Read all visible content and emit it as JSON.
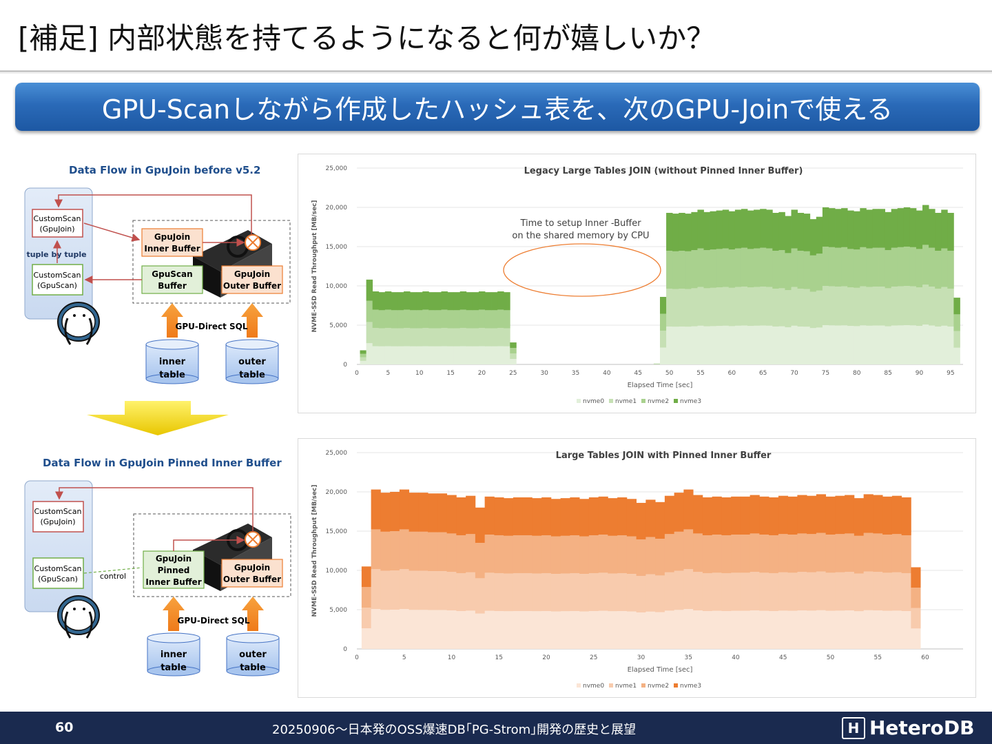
{
  "slide": {
    "title": "[補足] 内部状態を持てるようになると何が嬉しいか？",
    "banner": "GPU-Scanしながら作成したハッシュ表を、次のGPU-Joinで使える"
  },
  "diagram_before": {
    "title": "Data Flow in GpuJoin before v5.2",
    "custom_scan_join": [
      "CustomScan",
      "(GpuJoin)"
    ],
    "tuple_by_tuple": "tuple by tuple",
    "custom_scan_scan": [
      "CustomScan",
      "(GpuScan)"
    ],
    "gpujoin_inner_buffer": [
      "GpuJoin",
      "Inner Buffer"
    ],
    "gpuscan_buffer": [
      "GpuScan",
      "Buffer"
    ],
    "gpujoin_outer_buffer": [
      "GpuJoin",
      "Outer Buffer"
    ],
    "gpu_direct_sql": "GPU-Direct SQL",
    "inner_table": [
      "inner",
      "table"
    ],
    "outer_table": [
      "outer",
      "table"
    ]
  },
  "diagram_after": {
    "title": "Data Flow in GpuJoin Pinned Inner Buffer",
    "custom_scan_join": [
      "CustomScan",
      "(GpuJoin)"
    ],
    "custom_scan_scan": [
      "CustomScan",
      "(GpuScan)"
    ],
    "control": "control",
    "gpujoin_pinned": [
      "GpuJoin",
      "Pinned",
      "Inner Buffer"
    ],
    "gpujoin_outer_buffer": [
      "GpuJoin",
      "Outer Buffer"
    ],
    "gpu_direct_sql": "GPU-Direct SQL",
    "inner_table": [
      "inner",
      "table"
    ],
    "outer_table": [
      "outer",
      "table"
    ]
  },
  "colors": {
    "green": [
      "#e2efda",
      "#c6e0b4",
      "#a9d18e",
      "#70ad47"
    ],
    "orange": [
      "#fbe5d6",
      "#f8cbad",
      "#f4b183",
      "#ed7d31"
    ],
    "banner": "#2a6ab8",
    "footer": "#1a2a4f"
  },
  "chart_data": [
    {
      "type": "area",
      "stacked": true,
      "title": "Legacy Large Tables JOIN (without Pinned Inner Buffer)",
      "xlabel": "Elapsed Time [sec]",
      "ylabel": "NVME-SSD Read Throughput [MB/sec]",
      "xlim": [
        0,
        97
      ],
      "ylim": [
        0,
        25000
      ],
      "xticks": [
        "0",
        "5",
        "10",
        "15",
        "20",
        "25",
        "30",
        "35",
        "40",
        "45",
        "50",
        "55",
        "60",
        "65",
        "70",
        "75",
        "80",
        "85",
        "90",
        "95"
      ],
      "yticks": [
        "0",
        "5,000",
        "10,000",
        "15,000",
        "20,000",
        "25,000"
      ],
      "annotation": [
        "Time to setup Inner -Buffer",
        "on the shared memory by CPU"
      ],
      "legend_position": "bottom",
      "series_names": [
        "nvme0",
        "nvme1",
        "nvme2",
        "nvme3"
      ],
      "segments": [
        {
          "x": [
            1,
            2,
            3,
            4,
            5,
            6,
            7,
            8,
            9,
            10,
            11,
            12,
            13,
            14,
            15,
            16,
            17,
            18,
            19,
            20,
            21,
            22,
            23,
            24,
            25
          ],
          "totals": [
            1800,
            10800,
            9300,
            9200,
            9300,
            9200,
            9200,
            9300,
            9200,
            9200,
            9300,
            9200,
            9200,
            9300,
            9200,
            9200,
            9300,
            9200,
            9200,
            9300,
            9200,
            9200,
            9300,
            9200,
            2800
          ]
        },
        {
          "x": [
            48,
            49,
            50,
            51,
            52,
            53,
            54,
            55,
            56,
            57,
            58,
            59,
            60,
            61,
            62,
            63,
            64,
            65,
            66,
            67,
            68,
            69,
            70,
            71,
            72,
            73,
            74,
            75,
            76,
            77,
            78,
            79,
            80,
            81,
            82,
            83,
            84,
            85,
            86,
            87,
            88,
            89,
            90,
            91,
            92,
            93,
            94,
            95,
            96
          ],
          "totals": [
            100,
            8600,
            19300,
            19200,
            19300,
            19200,
            19400,
            19700,
            19400,
            19500,
            19600,
            19700,
            19500,
            19700,
            19800,
            19600,
            19700,
            19800,
            19700,
            19300,
            19400,
            18900,
            19700,
            19300,
            19200,
            18500,
            18800,
            20000,
            19900,
            19800,
            19900,
            19600,
            19500,
            19900,
            19700,
            19800,
            19800,
            19400,
            19800,
            19900,
            20000,
            19900,
            19600,
            20300,
            19800,
            19300,
            19700,
            19300,
            8500
          ]
        }
      ]
    },
    {
      "type": "area",
      "stacked": true,
      "title": "Large Tables JOIN with Pinned Inner Buffer",
      "xlabel": "Elapsed Time [sec]",
      "ylabel": "NVME-SSD Read Throughput [MB/sec]",
      "xlim": [
        0,
        64
      ],
      "ylim": [
        0,
        25000
      ],
      "xticks": [
        "0",
        "5",
        "10",
        "15",
        "20",
        "25",
        "30",
        "35",
        "40",
        "45",
        "50",
        "55",
        "60"
      ],
      "yticks": [
        "0",
        "5,000",
        "10,000",
        "15,000",
        "20,000",
        "25,000"
      ],
      "legend_position": "bottom",
      "series_names": [
        "nvme0",
        "nvme1",
        "nvme2",
        "nvme3"
      ],
      "segments": [
        {
          "x": [
            1,
            2,
            3,
            4,
            5,
            6,
            7,
            8,
            9,
            10,
            11,
            12,
            13,
            14,
            15,
            16,
            17,
            18,
            19,
            20,
            21,
            22,
            23,
            24,
            25,
            26,
            27,
            28,
            29,
            30,
            31,
            32,
            33,
            34,
            35,
            36,
            37,
            38,
            39,
            40,
            41,
            42,
            43,
            44,
            45,
            46,
            47,
            48,
            49,
            50,
            51,
            52,
            53,
            54,
            55,
            56,
            57,
            58,
            59
          ],
          "totals": [
            10500,
            20300,
            19900,
            20000,
            20300,
            19900,
            19900,
            19800,
            19800,
            19600,
            19300,
            19500,
            18000,
            19400,
            19300,
            19200,
            19300,
            19300,
            19200,
            19300,
            19100,
            19200,
            19300,
            19100,
            19300,
            19400,
            19200,
            19300,
            19100,
            18600,
            19000,
            18700,
            19500,
            19900,
            20300,
            19600,
            19300,
            19400,
            19300,
            19400,
            19400,
            19600,
            19400,
            19300,
            19500,
            19400,
            19600,
            19500,
            19700,
            19400,
            19500,
            19600,
            19200,
            19700,
            19600,
            19400,
            19500,
            19300,
            10400
          ]
        }
      ]
    }
  ]
}
